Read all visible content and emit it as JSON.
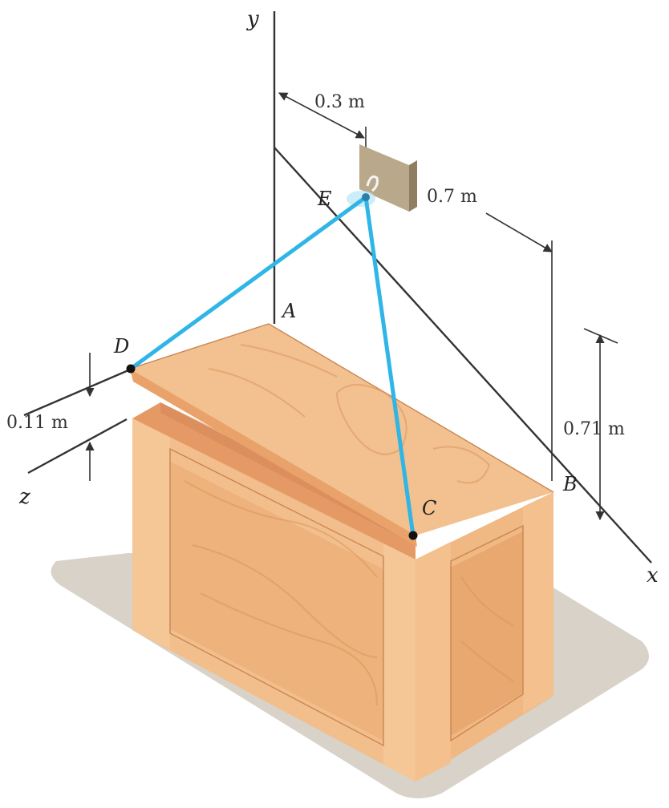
{
  "figure": {
    "points": {
      "A": "A",
      "B": "B",
      "C": "C",
      "D": "D",
      "E": "E"
    },
    "axes": {
      "x": "x",
      "y": "y",
      "z": "z"
    },
    "dimensions": {
      "d1": "0.3 m",
      "d2": "0.7 m",
      "d3": "0.71 m",
      "d4": "0.11 m"
    },
    "colors": {
      "cable": "#2fb5e6",
      "wood_top": "#f3c08f",
      "wood_front": "#eeb27c",
      "wood_side": "#e9a86f",
      "shadow": "#d8d2c8",
      "bracket": "#b9a98a"
    }
  }
}
